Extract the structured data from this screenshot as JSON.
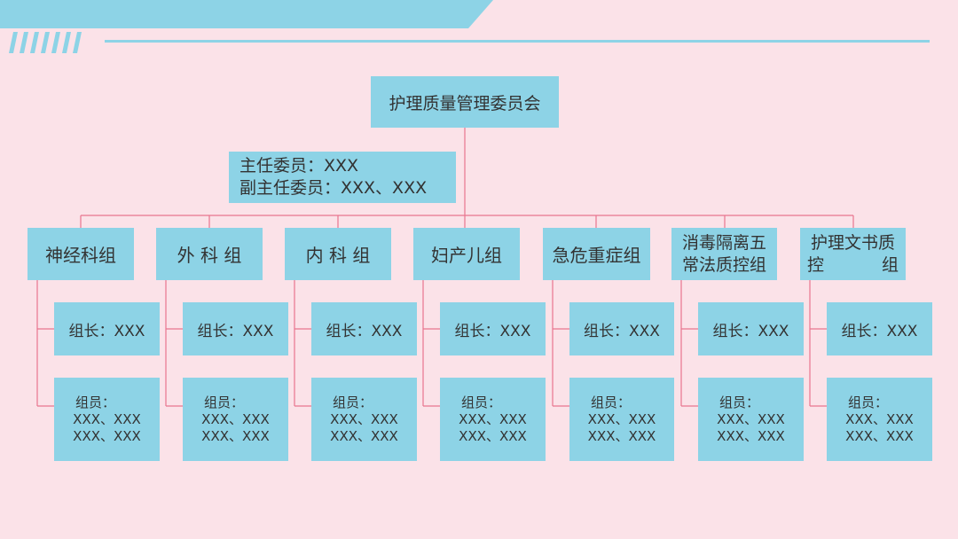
{
  "colors": {
    "background": "#fbe2e8",
    "box": "#8dd3e6",
    "connector": "#e8758f",
    "accent": "#8dd3e6"
  },
  "committee": {
    "title": "护理质量管理委员会",
    "chair_line": "主任委员：XXX",
    "vice_chair_line": "副主任委员：XXX、XXX"
  },
  "groups": [
    {
      "name": "神经科组",
      "name_l1": "",
      "name_l2": "",
      "leader": "组长：XXX",
      "members_label": "组员：",
      "members_l1": "XXX、XXX",
      "members_l2": "XXX、XXX"
    },
    {
      "name": "外 科 组",
      "name_l1": "",
      "name_l2": "",
      "leader": "组长：XXX",
      "members_label": "组员：",
      "members_l1": "XXX、XXX",
      "members_l2": "XXX、XXX"
    },
    {
      "name": "内 科 组",
      "name_l1": "",
      "name_l2": "",
      "leader": "组长：XXX",
      "members_label": "组员：",
      "members_l1": "XXX、XXX",
      "members_l2": "XXX、XXX"
    },
    {
      "name": "妇产儿组",
      "name_l1": "",
      "name_l2": "",
      "leader": "组长：XXX",
      "members_label": "组员：",
      "members_l1": "XXX、XXX",
      "members_l2": "XXX、XXX"
    },
    {
      "name": "急危重症组",
      "name_l1": "",
      "name_l2": "",
      "leader": "组长：XXX",
      "members_label": "组员：",
      "members_l1": "XXX、XXX",
      "members_l2": "XXX、XXX"
    },
    {
      "name": "",
      "name_l1": "消毒隔离五",
      "name_l2": "常法质控组",
      "leader": "组长：XXX",
      "members_label": "组员：",
      "members_l1": "XXX、XXX",
      "members_l2": "XXX、XXX"
    },
    {
      "name": "",
      "name_l1": "护理文书质",
      "name_l2a": "控",
      "name_l2b": "组",
      "leader": "组长：XXX",
      "members_label": "组员：",
      "members_l1": "XXX、XXX",
      "members_l2": "XXX、XXX"
    }
  ]
}
